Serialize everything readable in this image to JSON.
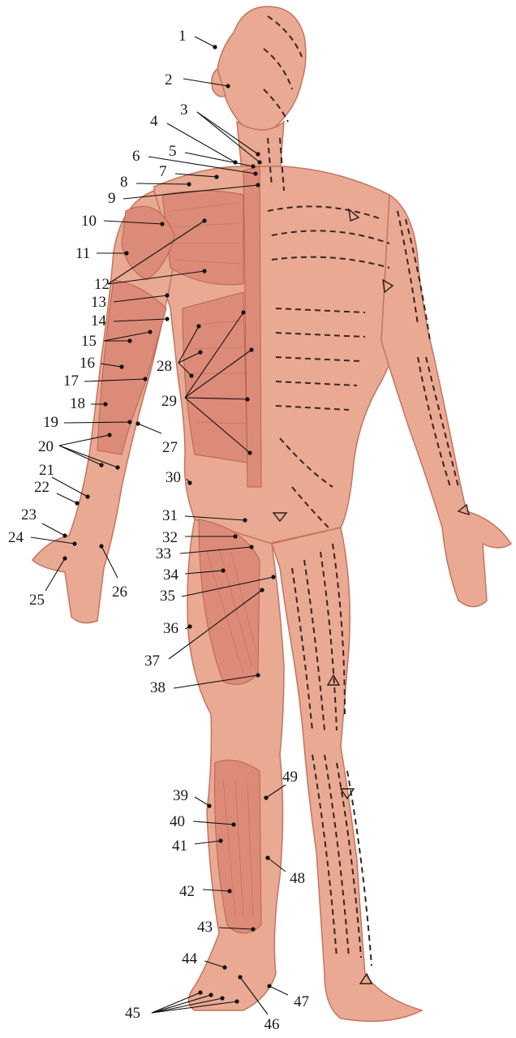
{
  "labels": [
    "1",
    "2",
    "3",
    "4",
    "5",
    "6",
    "7",
    "8",
    "9",
    "10",
    "11",
    "12",
    "13",
    "14",
    "15",
    "16",
    "17",
    "18",
    "19",
    "20",
    "21",
    "22",
    "23",
    "24",
    "25",
    "26",
    "27",
    "28",
    "29",
    "30",
    "31",
    "32",
    "33",
    "34",
    "35",
    "36",
    "37",
    "38",
    "39",
    "40",
    "41",
    "42",
    "43",
    "44",
    "45",
    "46",
    "47",
    "48",
    "49"
  ],
  "colors": {
    "skin": "#e9a992",
    "muscle": "#dc8b78",
    "line": "#111111",
    "dash": "#3a2520"
  }
}
